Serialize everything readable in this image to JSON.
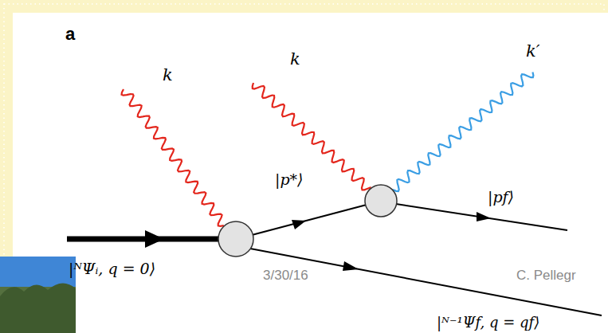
{
  "diagram": {
    "labels": [
      "a",
      "k",
      "k",
      "k′",
      "|p*⟩",
      "|pf⟩",
      "|ᴺΨᵢ, q = 0⟩",
      "3/30/16",
      "C. Pellegr",
      "|ᴺ⁻¹Ψf, q = qf⟩"
    ]
  }
}
